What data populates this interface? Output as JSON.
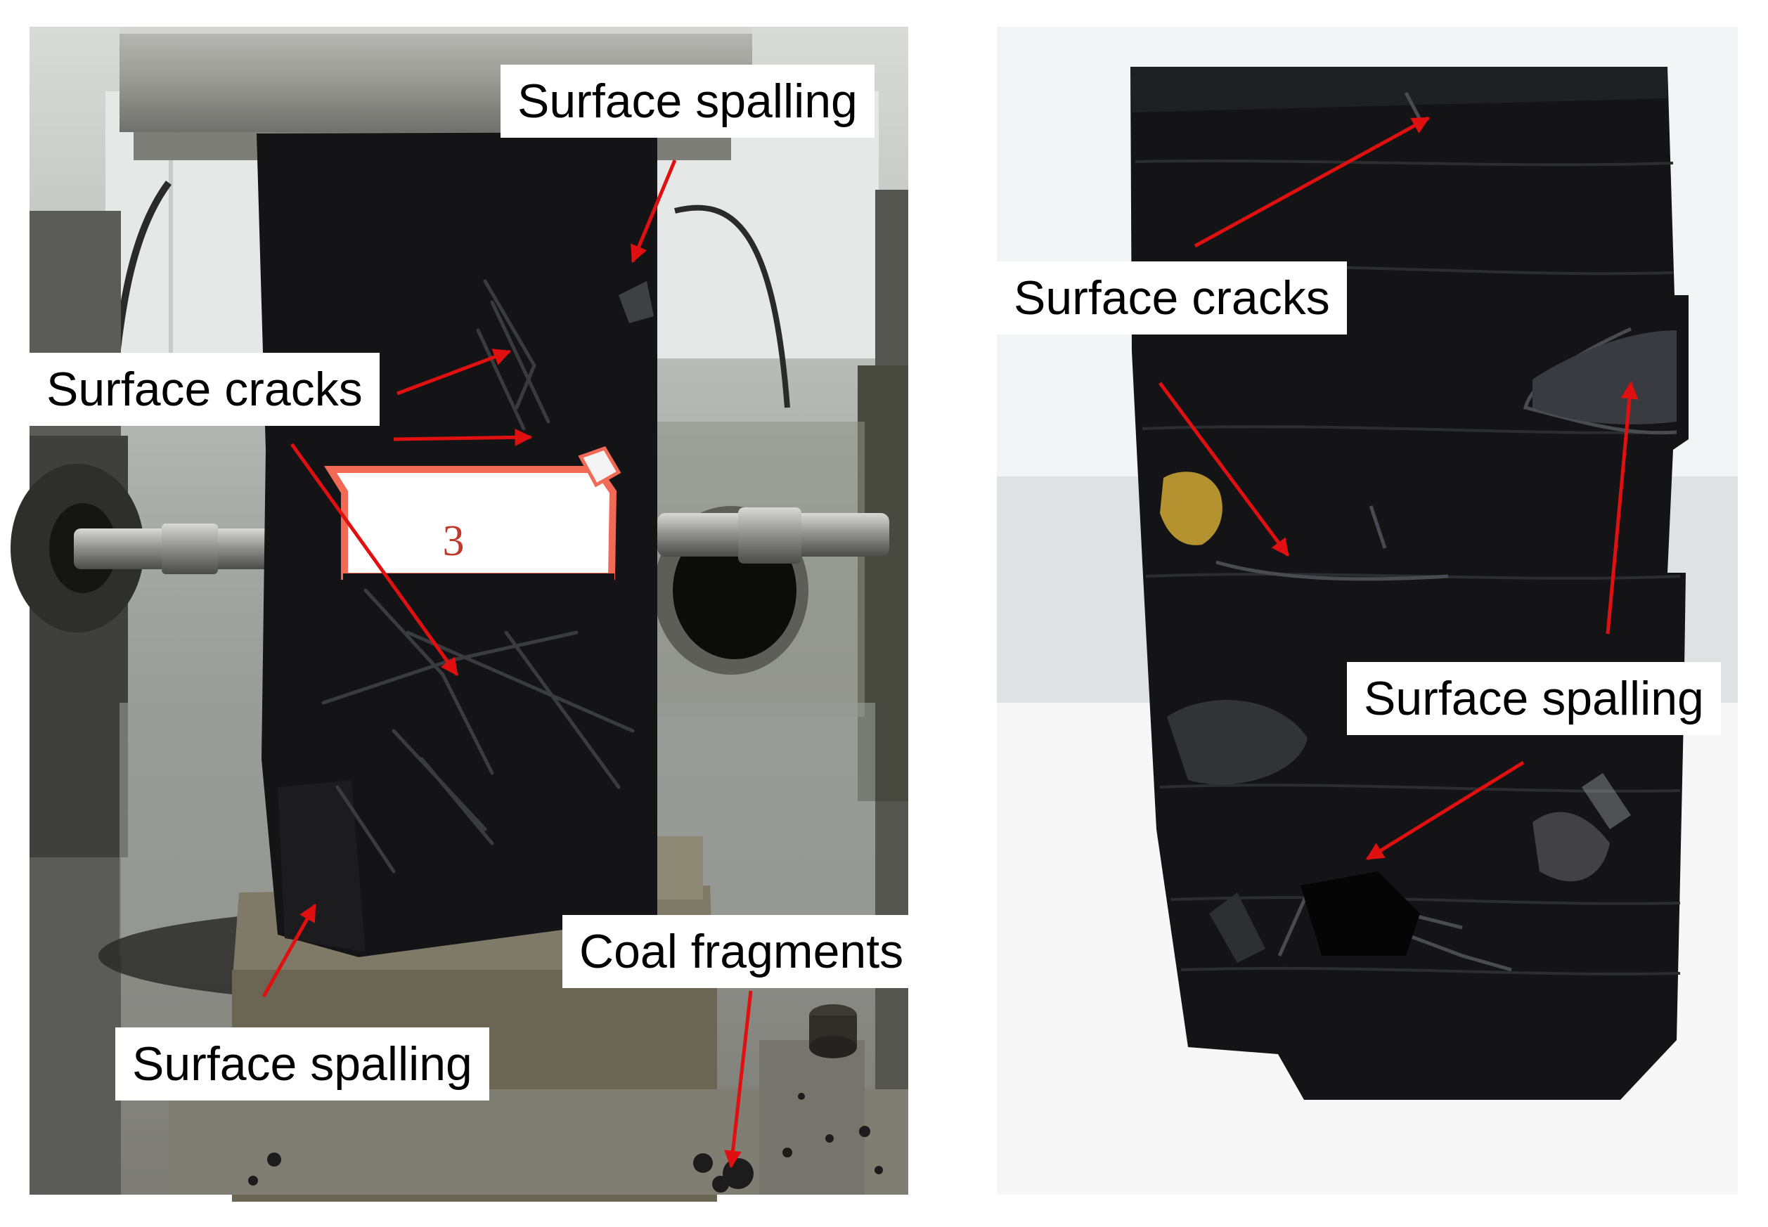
{
  "left_photo": {
    "labels": {
      "surface_spalling_top": "Surface spalling",
      "surface_cracks": "Surface cracks",
      "specimen_tag": "3",
      "coal_fragments": "Coal fragments",
      "surface_spalling_bottom": "Surface spalling"
    }
  },
  "right_photo": {
    "labels": {
      "surface_cracks": "Surface cracks",
      "surface_spalling": "Surface spalling"
    }
  },
  "colors": {
    "arrow": "#e01010",
    "coal": "#141416",
    "label_background": "#ffffff",
    "tag_border": "#f26a55"
  }
}
